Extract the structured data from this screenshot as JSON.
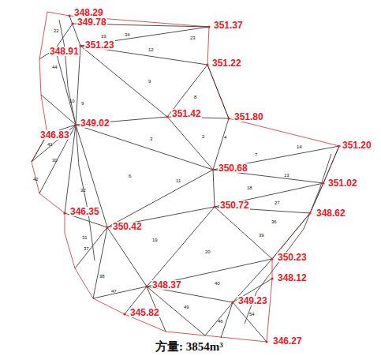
{
  "diagram": {
    "caption": "方量: 3854m³",
    "labels": [
      "348.29",
      "349.78",
      "351.37",
      "351.23",
      "351.22",
      "348.91",
      "351.42",
      "351.80",
      "349.02",
      "346.83",
      "351.20",
      "350.68",
      "351.02",
      "348.62",
      "346.35",
      "350.42",
      "350.72",
      "350.23",
      "348.12",
      "348.37",
      "349.23",
      "345.82",
      "346.27",
      "12",
      "23",
      "8",
      "9",
      "9",
      "3",
      "2",
      "4",
      "7",
      "14",
      "13",
      "18",
      "27",
      "6",
      "11",
      "33",
      "34",
      "36",
      "39",
      "19",
      "20",
      "40",
      "32",
      "30",
      "41",
      "49",
      "47",
      "38",
      "46",
      "54",
      "37",
      "31",
      "44",
      "10",
      "42",
      "22"
    ]
  }
}
